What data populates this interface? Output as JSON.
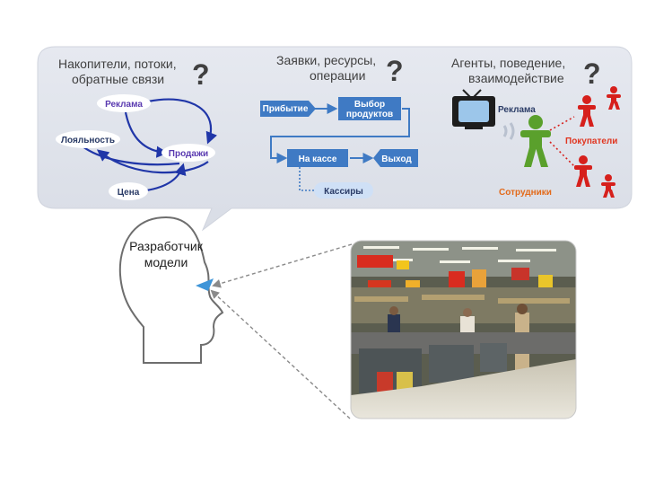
{
  "panels": {
    "stocks": {
      "title_line1": "Накопители, потоки,",
      "title_line2": "обратные связи",
      "nodes": {
        "ads": "Реклама",
        "loyalty": "Лояльность",
        "sales": "Продажи",
        "price": "Цена"
      }
    },
    "queues": {
      "title_line1": "Заявки, ресурсы,",
      "title_line2": "операции",
      "nodes": {
        "arrival": "Прибытие",
        "choice_line1": "Выбор",
        "choice_line2": "продуктов",
        "checkout": "На кассе",
        "exit": "Выход",
        "cashiers": "Кассиры"
      }
    },
    "agents": {
      "title_line1": "Агенты, поведение,",
      "title_line2": "взаимодействие",
      "labels": {
        "ads": "Реклама",
        "buyers": "Покупатели",
        "staff": "Сотрудники"
      }
    },
    "question_mark": "?"
  },
  "head": {
    "line1": "Разработчик",
    "line2": "модели"
  },
  "colors": {
    "bubble": "#e3e7ef",
    "node_blue": "#3f7ac4",
    "node_light": "#cfe0f6",
    "arrow_navy": "#2036a8",
    "agent_green": "#5aa02c",
    "agent_red": "#d6201c"
  },
  "icons": [
    "tv-icon",
    "person-icon",
    "speech-bubble",
    "head-silhouette",
    "supermarket-photo"
  ]
}
